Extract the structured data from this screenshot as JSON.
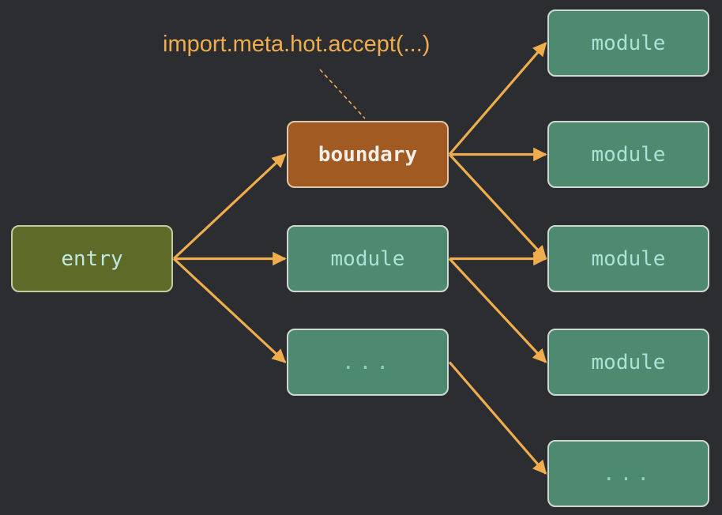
{
  "diagram": {
    "annotation": "import.meta.hot.accept(...)",
    "colors": {
      "background": "#2b2d31",
      "edge": "#f0ad4e",
      "entry_fill": "#5e6b28",
      "boundary_fill": "#a05a22",
      "module_fill": "#4e8a6f",
      "node_text": "#a9e3d6"
    },
    "nodes": {
      "entry": "entry",
      "boundary": "boundary",
      "mid_module": "module",
      "mid_ellipsis": "...",
      "right_module_1": "module",
      "right_module_2": "module",
      "right_module_3": "module",
      "right_module_4": "module",
      "right_ellipsis": "..."
    },
    "edges": [
      [
        "entry",
        "boundary"
      ],
      [
        "entry",
        "mid_module"
      ],
      [
        "entry",
        "mid_ellipsis"
      ],
      [
        "boundary",
        "right_module_1"
      ],
      [
        "boundary",
        "right_module_2"
      ],
      [
        "boundary",
        "right_module_3"
      ],
      [
        "mid_module",
        "right_module_3"
      ],
      [
        "mid_module",
        "right_module_4"
      ],
      [
        "mid_ellipsis",
        "right_ellipsis"
      ]
    ]
  }
}
